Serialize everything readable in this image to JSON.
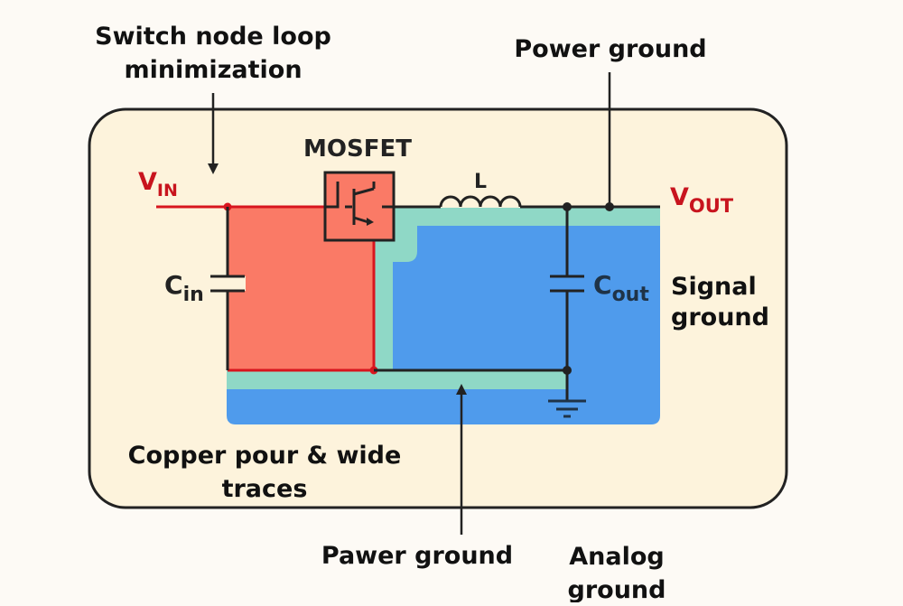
{
  "colors": {
    "background": "#fdfaf5",
    "board": "#fdf3dc",
    "board_stroke": "#222222",
    "input_pour": "#fa7a66",
    "power_ground_pour": "#8fd8c6",
    "signal_ground_pour": "#4f9bec",
    "trace": "#222222",
    "vin_trace": "#d8151e",
    "label_red": "#c8141e",
    "label_dark": "#111111",
    "component_label": "#1f3347"
  },
  "annotations": {
    "switch_node": {
      "line1": "Switch node loop",
      "line2": "minimization"
    },
    "power_ground_top": "Power ground",
    "signal_ground": {
      "line1": "Signal",
      "line2": "ground"
    },
    "copper_pour": {
      "line1": "Copper pour & wide",
      "line2": "traces"
    },
    "power_ground_bottom": "Pawer ground",
    "analog_ground": {
      "line1": "Analog",
      "line2": "ground"
    }
  },
  "components": {
    "mosfet": "MOSFET",
    "inductor": "L",
    "cin": {
      "base": "C",
      "sub": "in"
    },
    "cout": {
      "base": "C",
      "sub": "out"
    },
    "vin": {
      "base": "V",
      "sub": "IN"
    },
    "vout": {
      "base": "V",
      "sub": "OUT"
    }
  }
}
